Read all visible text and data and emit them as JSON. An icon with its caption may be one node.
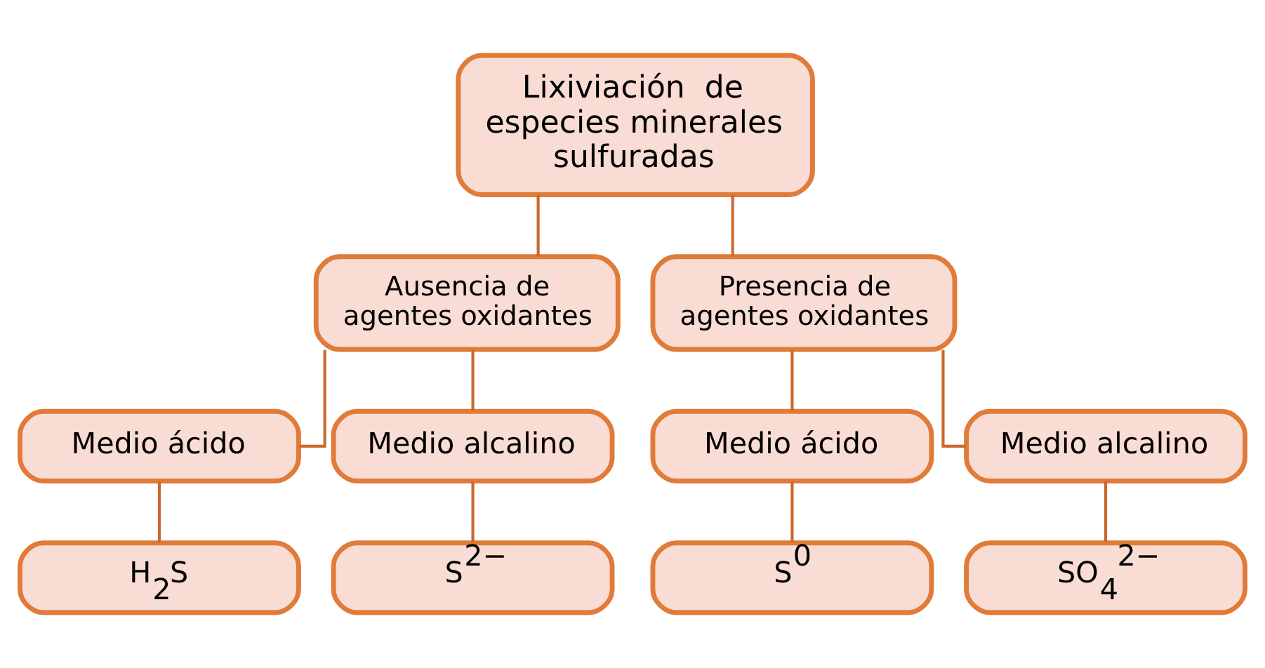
{
  "diagram": {
    "nodes": [
      {
        "text": [
          "Lixiviación  de especies minerales sulfuradas"
        ]
      },
      {
        "text": [
          "Ausencia de agentes oxidantes"
        ]
      },
      {
        "text": [
          "Presencia de agentes oxidantes"
        ]
      },
      {
        "text": [
          "Medio ácido"
        ]
      },
      {
        "text": [
          "Medio alcalino"
        ]
      },
      {
        "text": [
          "Medio ácido"
        ]
      },
      {
        "text": [
          "Medio alcalino"
        ]
      },
      {
        "text": [
          "H$_{2}$S"
        ]
      },
      {
        "text": [
          "S$^{2−}$"
        ]
      },
      {
        "text": [
          "S$^{0}$"
        ]
      },
      {
        "text": [
          "SO$_{4}$$^{2−}$"
        ]
      }
    ],
    "edges": [
      {
        "from": 0,
        "to": 1,
        "arrow": "none"
      },
      {
        "from": 0,
        "to": 2,
        "arrow": "none"
      },
      {
        "from": 1,
        "to": 3,
        "arrow": "none"
      },
      {
        "from": 1,
        "to": 4,
        "arrow": "none"
      },
      {
        "from": 2,
        "to": 5,
        "arrow": "none"
      },
      {
        "from": 2,
        "to": 6,
        "arrow": "none"
      },
      {
        "from": 3,
        "to": 7,
        "arrow": "none"
      },
      {
        "from": 4,
        "to": 8,
        "arrow": "none"
      },
      {
        "from": 5,
        "to": 9,
        "arrow": "none"
      },
      {
        "from": 6,
        "to": 10,
        "arrow": "none"
      }
    ]
  }
}
